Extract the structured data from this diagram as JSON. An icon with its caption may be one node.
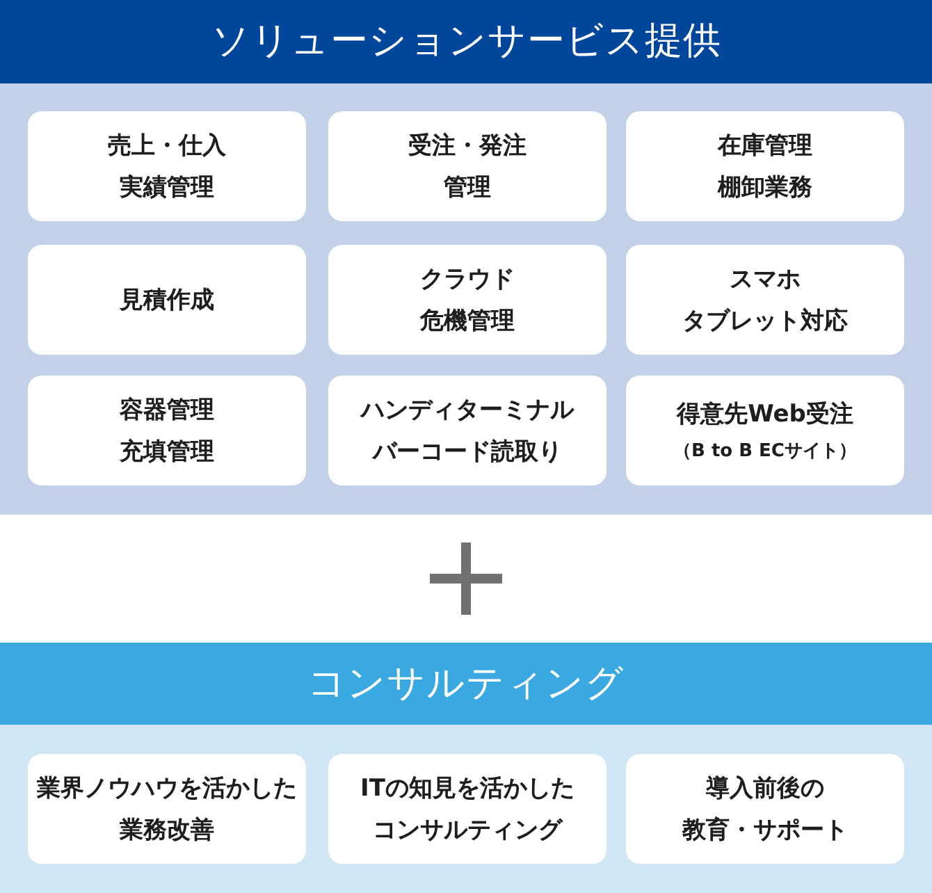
{
  "diagram": {
    "nodes": [
      {
        "text": [
          "ソリューションサービス提供"
        ]
      },
      {
        "text": [
          "売上・仕入実績管理"
        ],
        "in": 0
      },
      {
        "text": [
          "受注・発注管理"
        ],
        "in": 0
      },
      {
        "text": [
          "在庫管理棚卸業務"
        ],
        "in": 0
      },
      {
        "text": [
          "見積作成"
        ],
        "in": 0
      },
      {
        "text": [
          "クラウド危機管理"
        ],
        "in": 0
      },
      {
        "text": [
          "スマホタブレット対応"
        ],
        "in": 0
      },
      {
        "text": [
          "容器管理充填管理"
        ],
        "in": 0
      },
      {
        "text": [
          "ハンディターミナルバーコード読取り"
        ],
        "in": 0
      },
      {
        "text": [
          "得意先Web受注",
          "（B to B ECサイト）"
        ],
        "in": 0
      },
      {
        "text": [
          "コンサルティング"
        ]
      },
      {
        "text": [
          "業界ノウハウを活かした業務改善"
        ],
        "in": 10
      },
      {
        "text": [
          "ITの知見を活かしたコンサルティング"
        ],
        "in": 10
      },
      {
        "text": [
          "導入前後の教育・サポート"
        ],
        "in": 10
      }
    ]
  }
}
